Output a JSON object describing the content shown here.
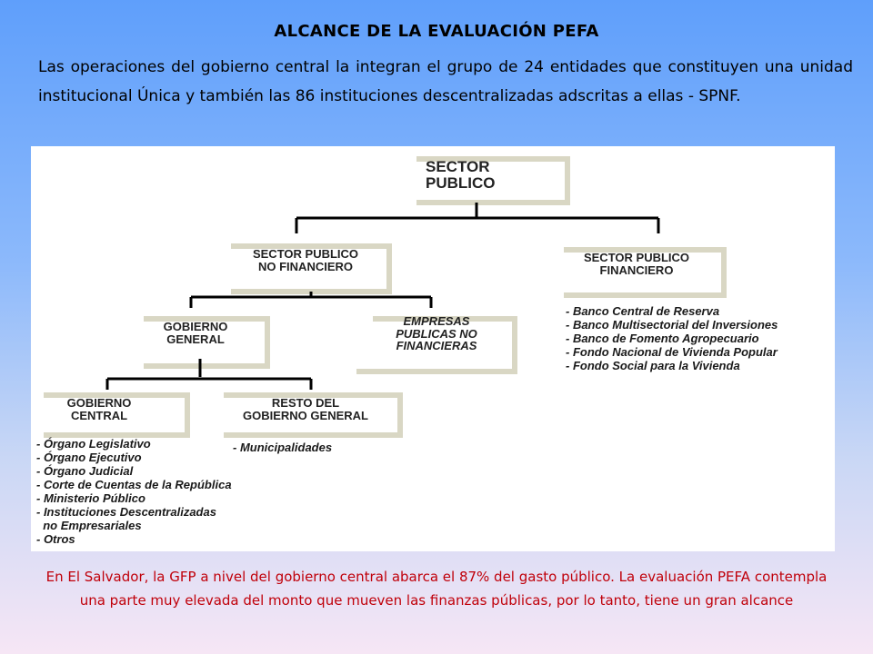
{
  "title": "ALCANCE DE LA EVALUACIÓN PEFA",
  "intro": "Las operaciones del gobierno central la integran el grupo de 24 entidades que constituyen una unidad institucional Única y también las 86 instituciones descentralizadas adscritas a ellas - SPNF.",
  "diagram": {
    "root": {
      "line1": "SECTOR",
      "line2": "PUBLICO"
    },
    "spnf": {
      "line1": "SECTOR PUBLICO",
      "line2": "NO FINANCIERO"
    },
    "spf": {
      "line1": "SECTOR PUBLICO",
      "line2": "FINANCIERO"
    },
    "gobierno_general": {
      "line1": "GOBIERNO",
      "line2": "GENERAL"
    },
    "empresas": {
      "line1": "EMPRESAS",
      "line2": "PUBLICAS NO",
      "line3": "FINANCIERAS"
    },
    "gobierno_central": {
      "line1": "GOBIERNO",
      "line2": "CENTRAL"
    },
    "resto": {
      "line1": "RESTO DEL",
      "line2": "GOBIERNO GENERAL"
    },
    "financiero_items": [
      "- Banco Central de Reserva",
      "- Banco Multisectorial del Inversiones",
      "- Banco de Fomento Agropecuario",
      "- Fondo Nacional de Vivienda Popular",
      "- Fondo Social para la Vivienda"
    ],
    "central_items": [
      "- Órgano Legislativo",
      "- Órgano Ejecutivo",
      "- Órgano Judicial",
      "- Corte de Cuentas de la República",
      "- Ministerio Público",
      "- Instituciones Descentralizadas",
      "  no Empresariales",
      "- Otros"
    ],
    "resto_items": [
      "- Municipalidades"
    ]
  },
  "closing": "En El Salvador, la GFP a nivel del gobierno central abarca el 87% del gasto público. La evaluación PEFA contempla una parte muy elevada del monto que mueven las finanzas públicas, por lo tanto, tiene un gran alcance"
}
